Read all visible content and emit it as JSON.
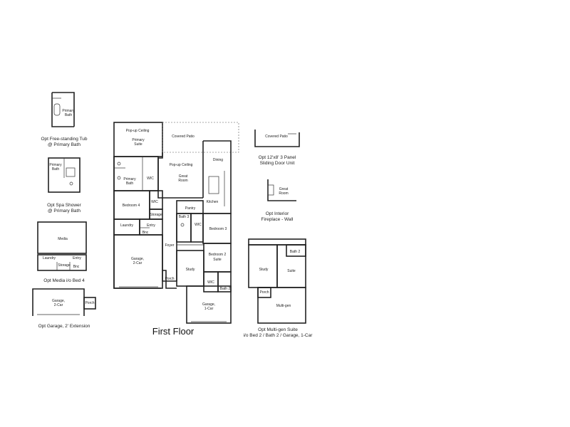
{
  "title": "First Floor",
  "main_plan": {
    "rooms": {
      "popup_ceiling_primary": "Pop-up Ceiling",
      "primary_suite_1": "Primary",
      "primary_suite_2": "Suite",
      "covered_patio": "Covered Patio",
      "popup_ceiling_great": "Pop-up Ceiling",
      "great_room_1": "Great",
      "great_room_2": "Room",
      "dining": "Dining",
      "primary_bath_1": "Primary",
      "primary_bath_2": "Bath",
      "wic_primary": "WIC",
      "kitchen": "Kitchen",
      "bedroom_4": "Bedroom 4",
      "wic_bed4": "WIC",
      "storage": "Storage",
      "pantry": "Pantry",
      "bath_3": "Bath 3",
      "wic_bed3": "WIC",
      "bedroom_3": "Bedroom 3",
      "laundry": "Laundry",
      "entry": "Entry",
      "bnc": "Bnc",
      "garage2_1": "Garage,",
      "garage2_2": "2-Car",
      "foyer": "Foyer",
      "study": "Study",
      "bedroom2_1": "Bedroom 2",
      "bedroom2_2": "Suite",
      "wic_bed2": "WIC",
      "bath_2": "Bath 2",
      "porch": "Porch",
      "garage1_1": "Garage,",
      "garage1_2": "1-Car"
    }
  },
  "options": {
    "tub": {
      "room_1": "Primary",
      "room_2": "Bath",
      "caption_1": "Opt Free-standing Tub",
      "caption_2": "@ Primary Bath"
    },
    "shower": {
      "room_1": "Primary",
      "room_2": "Bath",
      "caption_1": "Opt Spa Shower",
      "caption_2": "@ Primary Bath"
    },
    "media": {
      "room": "Media",
      "laundry": "Laundry",
      "entry": "Entry",
      "storage": "Storage",
      "bnc": "Bnc",
      "caption": "Opt Media i/o Bed 4"
    },
    "garage_ext": {
      "room_1": "Garage,",
      "room_2": "2-Car",
      "porch": "Porch",
      "caption": "Opt Garage, 2' Extension"
    },
    "sliding_door": {
      "room": "Covered Patio",
      "caption_1": "Opt 12'x8' 3 Panel",
      "caption_2": "Sliding Door Unit"
    },
    "fireplace": {
      "room_1": "Great",
      "room_2": "Room",
      "caption_1": "Opt Interior",
      "caption_2": "Fireplace - Wall"
    },
    "multigen": {
      "bath": "Bath 2",
      "study": "Study",
      "suite": "Suite",
      "porch": "Porch",
      "multigen": "Multi-gen",
      "caption_1": "Opt Multi-gen Suite",
      "caption_2": "i/o Bed 2 / Bath 2 / Garage, 1-Car"
    }
  }
}
